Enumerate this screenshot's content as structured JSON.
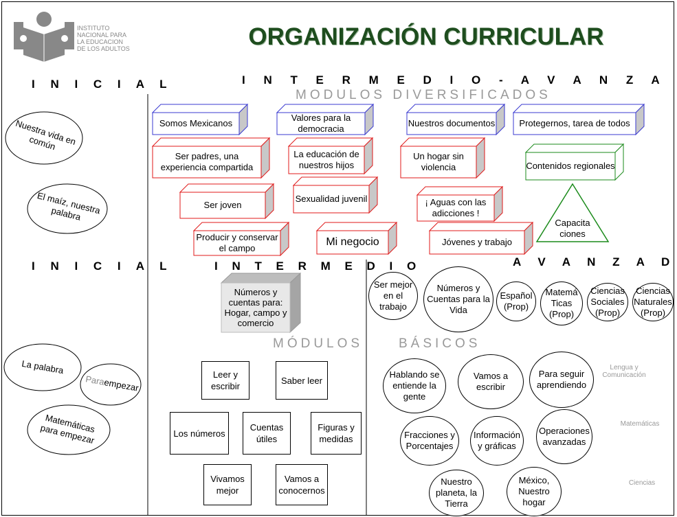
{
  "logo": {
    "line1": "INSTITUTO",
    "line2": "NACIONAL PARA",
    "line3": "LA EDUCACION",
    "line4": "DE LOS ADULTOS"
  },
  "title": "ORGANIZACIÓN CURRICULAR",
  "headers": {
    "inicial_top": "I N I C I A L",
    "intermedio_avanzado": "I N T E R M E D I O  - A V A N Z A D O",
    "modulos_diversificados": "MODULOS DIVERSIFICADOS",
    "inicial_mid": "I N I C I A L",
    "intermedio": "I N T E R M E D I O",
    "avanzado": "A V A N Z A D O",
    "modulos": "MÓDULOS",
    "basicos": "BÁSICOS"
  },
  "colors": {
    "title": "#1e4d1e",
    "blue": "#3a3ad0",
    "red": "#e01a1a",
    "green": "#1a8a1a",
    "grey_face": "#c8c8c8"
  },
  "inicial_top": {
    "e1": "Nuestra vida en común",
    "e2": "El maíz, nuestra palabra"
  },
  "inicial_bottom": {
    "e1": "La palabra",
    "e2_a": "Para",
    "e2_b": " empezar",
    "e3": "Matemáticas para empezar"
  },
  "diversificados": {
    "blue": [
      "Somos Mexicanos",
      "Valores para la democracia",
      "Nuestros documentos",
      "Protegernos, tarea de todos"
    ],
    "red": [
      "Ser padres, una experiencia compartida",
      "La educación de nuestros hijos",
      "Un hogar sin violencia",
      "Ser joven",
      "Sexualidad juvenil",
      "¡ Aguas con las adicciones !",
      "Producir y conservar  el campo",
      "Mi negocio",
      "Jóvenes y trabajo"
    ],
    "green_box": "Contenidos regionales",
    "triangle": "Capacitaciones"
  },
  "intermedio_cube": "Números y cuentas para: Hogar, campo y comercio",
  "avanzado_circles": [
    "Ser mejor en el trabajo",
    "Números y Cuentas para la Vida",
    "Español (Prop)",
    "Matemá Ticas (Prop)",
    "Ciencias Sociales (Prop)",
    "Ciencias Naturales (Prop)"
  ],
  "basicos_intermedio": [
    "Leer y escribir",
    "Saber leer",
    "Los números",
    "Cuentas útiles",
    "Figuras y medidas",
    "Vivamos mejor",
    "Vamos a conocernos"
  ],
  "basicos_avanzado": [
    "Hablando se entiende la gente",
    "Vamos a escribir",
    "Para seguir aprendiendo",
    "Fracciones y Porcentajes",
    "Información y gráficas",
    "Operaciones avanzadas",
    "Nuestro planeta, la Tierra",
    "México, Nuestro hogar"
  ],
  "areas": [
    "Lengua y Comunicación",
    "Matemáticas",
    "Ciencias"
  ]
}
